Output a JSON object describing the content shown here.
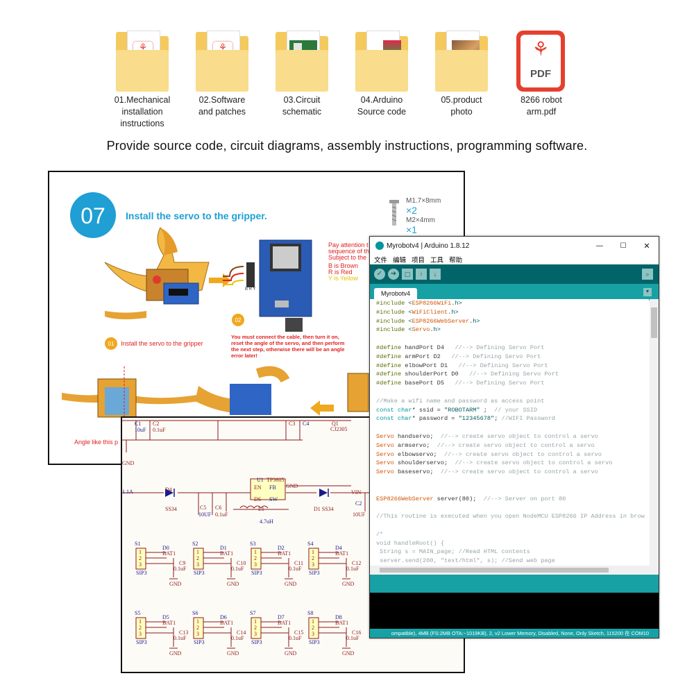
{
  "files": [
    {
      "label_lines": [
        "01.Mechanical",
        "installation",
        "instructions"
      ],
      "type": "folder-pdf"
    },
    {
      "label_lines": [
        "02.Software",
        "and patches"
      ],
      "type": "folder-pdf"
    },
    {
      "label_lines": [
        "03.Circuit",
        "schematic"
      ],
      "type": "folder-board"
    },
    {
      "label_lines": [
        "04.Arduino",
        "Source code"
      ],
      "type": "folder-doc"
    },
    {
      "label_lines": [
        "05.product",
        "photo"
      ],
      "type": "folder-photo"
    },
    {
      "label_lines": [
        "8266 robot",
        "arm.pdf"
      ],
      "type": "pdf"
    }
  ],
  "pdf_badge": "PDF",
  "tagline": "Provide source code, circuit diagrams, assembly instructions, programming software.",
  "manual": {
    "step_number": "07",
    "step_title": "Install the servo to the gripper.",
    "screw1": "M1.7×8mm",
    "screw1_qty": "×2",
    "screw2": "M2×4mm",
    "screw2_qty": "×1",
    "sub1_number": "01",
    "sub1_text": "Install the servo to the gripper",
    "sub2_number": "02",
    "warning_lines": [
      "Pay attention t",
      "sequence of th",
      "Subject to the"
    ],
    "wire_b": "B is Brown",
    "wire_r": "R is Red",
    "wire_y": "Y is Yellow",
    "caution_lines": [
      "You must connect the cable, then turn it on,",
      "reset the angle of the servo, and then perform",
      "the next step, otherwise there will be an angle",
      "error later!"
    ],
    "angle_note": "Angle like this p",
    "wire_letters": "B R Y"
  },
  "schematic": {
    "labels": [
      "C1",
      "C2",
      "C3",
      "C4",
      "Q1",
      "CJ2305",
      "10uF",
      "0.1uF",
      "GND",
      "1.1A",
      "D4",
      "SS34",
      "U1",
      "TP3605",
      "EN",
      "FB",
      "GND",
      "DS",
      "SW",
      "C5",
      "C6",
      "10UF",
      "0.1uF",
      "L1",
      "4.7uH",
      "D1 SS34",
      "VIN",
      "C2",
      "10UF"
    ],
    "sip_rows": [
      [
        {
          "s": "S1",
          "d": "D0",
          "c": "C9"
        },
        {
          "s": "S2",
          "d": "D1",
          "c": "C10"
        },
        {
          "s": "S3",
          "d": "D2",
          "c": "C11"
        },
        {
          "s": "S4",
          "d": "D4",
          "c": "C12"
        }
      ],
      [
        {
          "s": "S5",
          "d": "D5",
          "c": "C13"
        },
        {
          "s": "S6",
          "d": "D6",
          "c": "C14"
        },
        {
          "s": "S7",
          "d": "D7",
          "c": "C15"
        },
        {
          "s": "S8",
          "d": "D8",
          "c": "C16"
        }
      ]
    ],
    "sip_name": "SIP3",
    "bat": "BAT1",
    "cap_val": "0.1uF",
    "gnd": "GND",
    "pins": [
      "1",
      "2",
      "3"
    ]
  },
  "ide": {
    "title": "Myrobotv4 | Arduino 1.8.12",
    "menu": [
      "文件",
      "编辑",
      "项目",
      "工具",
      "帮助"
    ],
    "tab": "Myrobotv4",
    "window_controls": [
      "—",
      "☐",
      "✕"
    ],
    "status": "ompatible), 4MB (FS:2MB OTA:~1019KB), 2, v2 Lower Memory, Disabled, None, Only Sketch, 115200 在 COM10",
    "code_lines": [
      [
        [
          "kw",
          "#include "
        ],
        [
          "st",
          "<"
        ],
        [
          "cl",
          "ESP8266WiFi"
        ],
        [
          "st",
          ".h>"
        ]
      ],
      [
        [
          "kw",
          "#include "
        ],
        [
          "st",
          "<"
        ],
        [
          "cl",
          "WiFiClient"
        ],
        [
          "st",
          ".h>"
        ]
      ],
      [
        [
          "kw",
          "#include "
        ],
        [
          "st",
          "<"
        ],
        [
          "cl",
          "ESP8266WebServer"
        ],
        [
          "st",
          ".h>"
        ]
      ],
      [
        [
          "kw",
          "#include "
        ],
        [
          "st",
          "<"
        ],
        [
          "cl",
          "Servo"
        ],
        [
          "st",
          ".h>"
        ]
      ],
      [
        [
          "",
          ""
        ]
      ],
      [
        [
          "kw",
          "#define "
        ],
        [
          "",
          "handPort D4   "
        ],
        [
          "cm",
          "//--> Defining Servo Port"
        ]
      ],
      [
        [
          "kw",
          "#define "
        ],
        [
          "",
          "armPort D2   "
        ],
        [
          "cm",
          "//--> Defining Servo Port"
        ]
      ],
      [
        [
          "kw",
          "#define "
        ],
        [
          "",
          "elbowPort D1   "
        ],
        [
          "cm",
          "//--> Defining Servo Port"
        ]
      ],
      [
        [
          "kw",
          "#define "
        ],
        [
          "",
          "shoulderPort D0   "
        ],
        [
          "cm",
          "//--> Defining Servo Port"
        ]
      ],
      [
        [
          "kw",
          "#define "
        ],
        [
          "",
          "basePort D5   "
        ],
        [
          "cm",
          "//--> Defining Servo Port"
        ]
      ],
      [
        [
          "",
          ""
        ]
      ],
      [
        [
          "cm",
          "//Make a wifi name and password as access point"
        ]
      ],
      [
        [
          "ty",
          "const char"
        ],
        [
          "",
          "* ssid = "
        ],
        [
          "st",
          "\"ROBOTARM\""
        ],
        [
          "",
          " ;  "
        ],
        [
          "cm",
          "// your SSID"
        ]
      ],
      [
        [
          "ty",
          "const char"
        ],
        [
          "",
          "* password = "
        ],
        [
          "st",
          "\"12345678\""
        ],
        [
          "",
          "; "
        ],
        [
          "cm",
          "//WIFI Password"
        ]
      ],
      [
        [
          "",
          ""
        ]
      ],
      [
        [
          "cl",
          "Servo"
        ],
        [
          "",
          " handservo;  "
        ],
        [
          "cm",
          "//--> create servo object to control a servo"
        ]
      ],
      [
        [
          "cl",
          "Servo"
        ],
        [
          "",
          " armservo;  "
        ],
        [
          "cm",
          "//--> create servo object to control a servo"
        ]
      ],
      [
        [
          "cl",
          "Servo"
        ],
        [
          "",
          " elbowservo;  "
        ],
        [
          "cm",
          "//--> create servo object to control a servo"
        ]
      ],
      [
        [
          "cl",
          "Servo"
        ],
        [
          "",
          " shoulderservo;  "
        ],
        [
          "cm",
          "//--> create servo object to control a servo"
        ]
      ],
      [
        [
          "cl",
          "Servo"
        ],
        [
          "",
          " baseservo;  "
        ],
        [
          "cm",
          "//--> create servo object to control a servo"
        ]
      ],
      [
        [
          "",
          ""
        ]
      ],
      [
        [
          "",
          ""
        ]
      ],
      [
        [
          "cl",
          "ESP8266WebServer"
        ],
        [
          "",
          " server(80);  "
        ],
        [
          "cm",
          "//--> Server on port 80"
        ]
      ],
      [
        [
          "",
          ""
        ]
      ],
      [
        [
          "cm",
          "//This routine is executed when you open NodeMCU ESP8266 IP Address in brow"
        ]
      ],
      [
        [
          "",
          ""
        ]
      ],
      [
        [
          "cm",
          "/*"
        ]
      ],
      [
        [
          "cm",
          "void handleRoot() {"
        ]
      ],
      [
        [
          "cm",
          " String s = MAIN_page; //Read HTML contents"
        ]
      ],
      [
        [
          "cm",
          " server.send(200, \"text/html\", s); //Send web page"
        ]
      ]
    ]
  }
}
